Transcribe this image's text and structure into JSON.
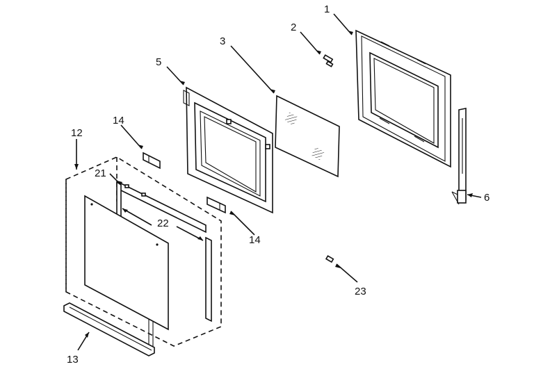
{
  "diagram": {
    "callouts": [
      {
        "id": "c1",
        "text": "1"
      },
      {
        "id": "c2",
        "text": "2"
      },
      {
        "id": "c3",
        "text": "3"
      },
      {
        "id": "c5",
        "text": "5"
      },
      {
        "id": "c6",
        "text": "6"
      },
      {
        "id": "c12",
        "text": "12"
      },
      {
        "id": "c13",
        "text": "13"
      },
      {
        "id": "c14a",
        "text": "14"
      },
      {
        "id": "c14b",
        "text": "14"
      },
      {
        "id": "c21",
        "text": "21"
      },
      {
        "id": "c22",
        "text": "22"
      },
      {
        "id": "c23",
        "text": "23"
      }
    ]
  }
}
